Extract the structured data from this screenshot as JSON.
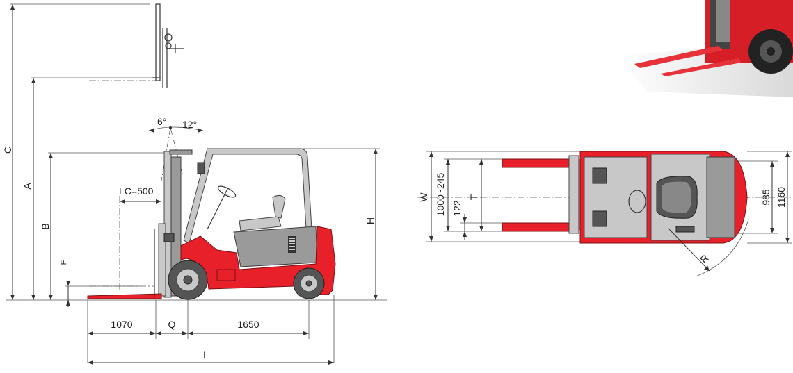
{
  "side_view": {
    "tilt_forward": "6°",
    "tilt_backward": "12°",
    "load_center": "LC=500",
    "dim_A": "A",
    "dim_B": "B",
    "dim_C": "C",
    "dim_F": "F",
    "dim_H": "H",
    "dim_Q": "Q",
    "dim_L": "L",
    "fork_length": "1070",
    "wheelbase": "1650"
  },
  "top_view": {
    "dim_W": "W",
    "fork_spread": "1000~245",
    "fork_width": "122",
    "dim_T": "T",
    "tread_rear": "985",
    "overall_width": "1160",
    "turning_radius": "R"
  },
  "colors": {
    "body_red": "#e8202a",
    "body_grey": "#9a9a9a"
  }
}
